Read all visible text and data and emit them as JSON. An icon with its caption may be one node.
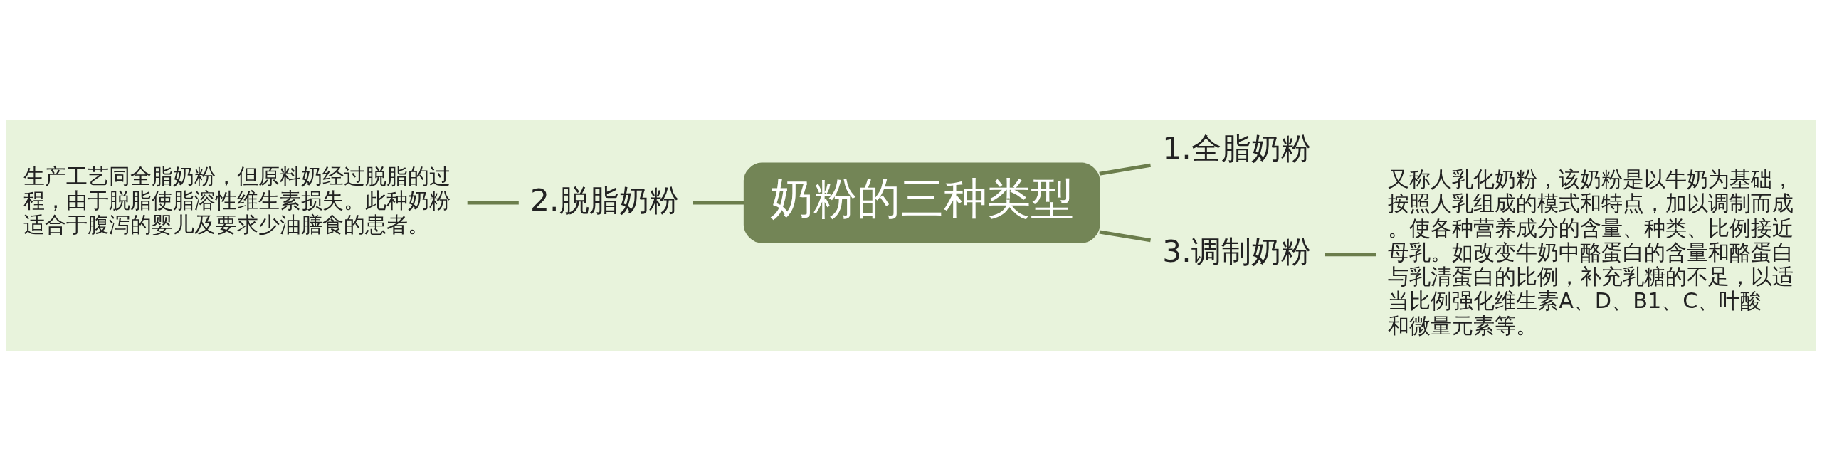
{
  "diagram": {
    "nodes": [
      {
        "text": [
          "奶粉的三种类型"
        ]
      },
      {
        "text": [
          "1.全脂奶粉"
        ]
      },
      {
        "text": [
          "2.脱脂奶粉"
        ]
      },
      {
        "text": [
          "生产工艺同全脂奶粉，但原料奶经过脱脂的过程，由于脱脂使脂溶性维生素损失。此种奶粉适合于腹泻的婴儿及要求少油膳食的患者。"
        ]
      },
      {
        "text": [
          "3.调制奶粉"
        ]
      },
      {
        "text": [
          "又称人乳化奶粉，该奶粉是以牛奶为基础，按照人乳组成的模式和特点，加以调制而成。使各种营养成分的含量、种类、比例接近母乳。如改变牛奶中酪蛋白的含量和酪蛋白与乳清蛋白的比例，补充乳糖的不足，以适当比例强化维生素A、D、B1、C、叶酸和微量元素等。"
        ]
      }
    ],
    "edges": [
      {
        "from": 0,
        "to": 1,
        "arrow": "none"
      },
      {
        "from": 0,
        "to": 2,
        "arrow": "none"
      },
      {
        "from": 2,
        "to": 3,
        "arrow": "none"
      },
      {
        "from": 0,
        "to": 4,
        "arrow": "none"
      },
      {
        "from": 4,
        "to": 5,
        "arrow": "none"
      }
    ]
  }
}
